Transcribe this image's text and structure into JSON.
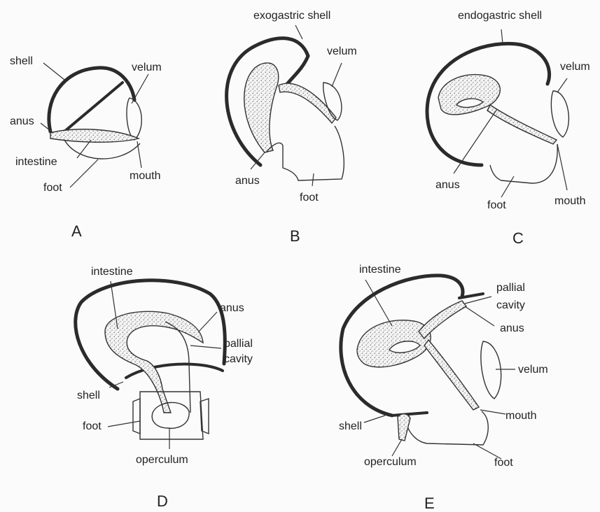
{
  "panels": {
    "A": {
      "letter": "A",
      "labels": {
        "shell": "shell",
        "velum": "velum",
        "anus": "anus",
        "intestine": "intestine",
        "mouth": "mouth",
        "foot": "foot"
      }
    },
    "B": {
      "letter": "B",
      "labels": {
        "title": "exogastric shell",
        "velum": "velum",
        "anus": "anus",
        "foot": "foot"
      }
    },
    "C": {
      "letter": "C",
      "labels": {
        "title": "endogastric shell",
        "velum": "velum",
        "anus": "anus",
        "foot": "foot",
        "mouth": "mouth"
      }
    },
    "D": {
      "letter": "D",
      "labels": {
        "intestine": "intestine",
        "anus": "anus",
        "pallial_1": "pallial",
        "pallial_2": "cavity",
        "shell": "shell",
        "foot": "foot",
        "operculum": "operculum"
      }
    },
    "E": {
      "letter": "E",
      "labels": {
        "intestine": "intestine",
        "pallial_1": "pallial",
        "pallial_2": "cavity",
        "anus": "anus",
        "velum": "velum",
        "mouth": "mouth",
        "shell": "shell",
        "operculum": "operculum",
        "foot": "foot"
      }
    }
  }
}
